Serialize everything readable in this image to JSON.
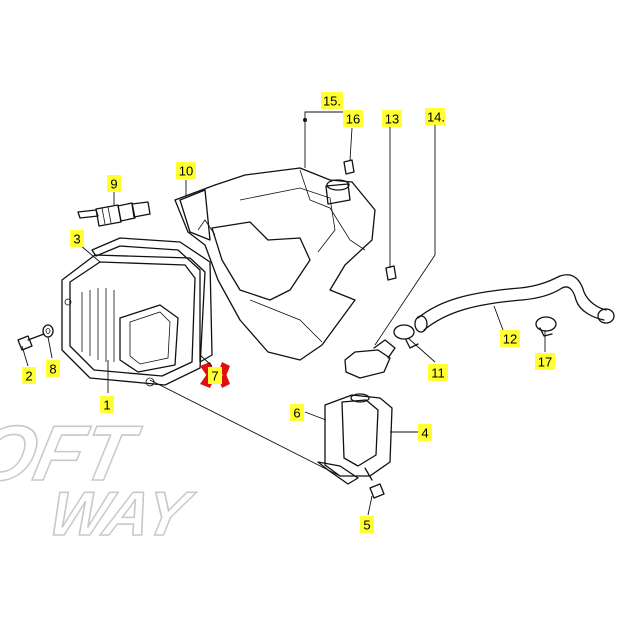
{
  "watermark": {
    "line1": "SOFT",
    "line2": "WAY"
  },
  "callouts": [
    {
      "id": "1",
      "label": "1"
    },
    {
      "id": "2",
      "label": "2"
    },
    {
      "id": "3",
      "label": "3"
    },
    {
      "id": "4",
      "label": "4"
    },
    {
      "id": "5",
      "label": "5"
    },
    {
      "id": "6",
      "label": "6"
    },
    {
      "id": "7",
      "label": "7"
    },
    {
      "id": "8",
      "label": "8"
    },
    {
      "id": "9",
      "label": "9"
    },
    {
      "id": "10",
      "label": "10"
    },
    {
      "id": "11",
      "label": "11"
    },
    {
      "id": "12",
      "label": "12"
    },
    {
      "id": "13",
      "label": "13"
    },
    {
      "id": "14",
      "label": "14."
    },
    {
      "id": "15",
      "label": "15."
    },
    {
      "id": "16",
      "label": "16"
    },
    {
      "id": "17",
      "label": "17"
    }
  ],
  "colors": {
    "highlight": "#ffff33",
    "marker_red": "#e01010",
    "line": "#111111",
    "watermark": "#c9c9c9"
  }
}
